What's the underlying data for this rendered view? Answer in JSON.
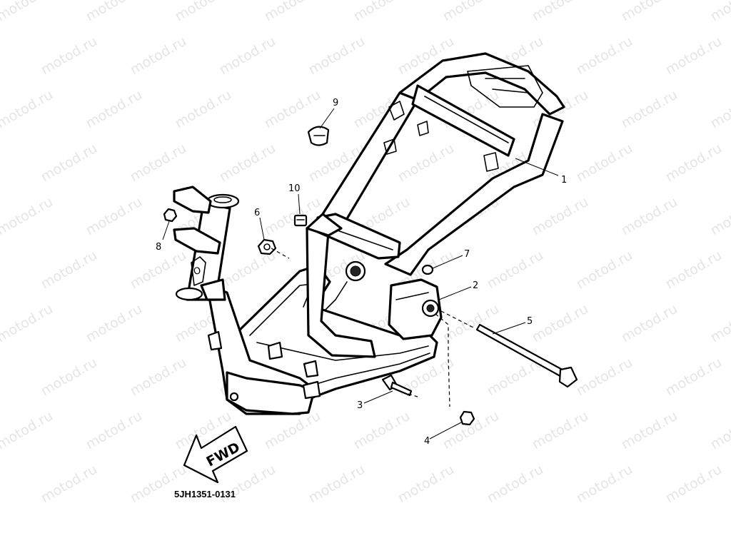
{
  "watermark": "motod.ru",
  "drawing_code": "5JH1351-0131",
  "direction_label": "FWD",
  "callouts": [
    {
      "id": "1",
      "label": "1"
    },
    {
      "id": "2",
      "label": "2"
    },
    {
      "id": "3",
      "label": "3"
    },
    {
      "id": "4",
      "label": "4"
    },
    {
      "id": "5",
      "label": "5"
    },
    {
      "id": "6",
      "label": "6"
    },
    {
      "id": "7",
      "label": "7"
    },
    {
      "id": "8",
      "label": "8"
    },
    {
      "id": "9",
      "label": "9"
    },
    {
      "id": "10",
      "label": "10"
    }
  ]
}
